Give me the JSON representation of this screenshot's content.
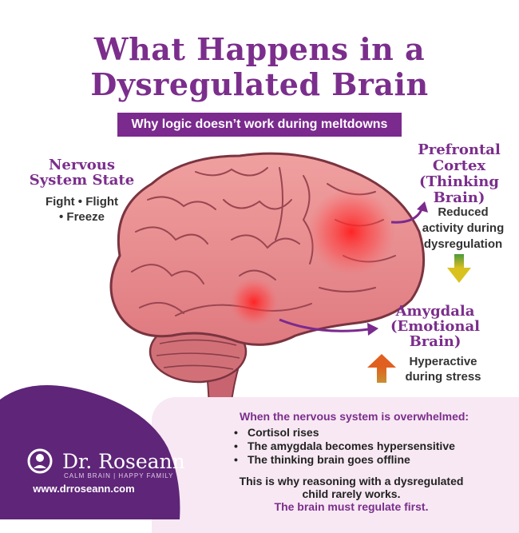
{
  "title": {
    "line1": "What Happens in a",
    "line2": "Dysregulated Brain"
  },
  "subtitle": "Why logic doesn’t work during meltdowns",
  "nervous_system": {
    "title_line1": "Nervous",
    "title_line2": "System State",
    "text_line1": "Fight • Flight",
    "text_line2": "• Freeze"
  },
  "prefrontal": {
    "title_line1": "Prefrontal",
    "title_line2": "Cortex",
    "title_line3": "(Thinking",
    "title_line4": "Brain)",
    "text_line1": "Reduced",
    "text_line2": "activity during",
    "text_line3": "dysregulation"
  },
  "amygdala": {
    "title_line1": "Amygdala",
    "title_line2": "(Emotional",
    "title_line3": "Brain)",
    "text_line1": "Hyperactive",
    "text_line2": "during stress"
  },
  "panel": {
    "heading": "When the nervous system is overwhelmed:",
    "bullets": [
      "Cortisol rises",
      "The amygdala becomes hypersensitive",
      "The thinking brain goes offline"
    ],
    "closing_line1": "This is why reasoning with a dysregulated",
    "closing_line2": "child rarely works.",
    "closing_emphasis": "The brain must regulate first."
  },
  "brand": {
    "name": "Dr. Roseann",
    "tagline": "CALM BRAIN | HAPPY FAMILY",
    "url": "www.drroseann.com"
  },
  "colors": {
    "accent": "#7b2e8c",
    "brain": "#e8868a",
    "hotspot": "#ff2a2a",
    "panel": "#f7e8f3"
  },
  "icons": [
    "brain-illustration",
    "down-arrow-icon",
    "up-arrow-icon",
    "logo-icon"
  ]
}
